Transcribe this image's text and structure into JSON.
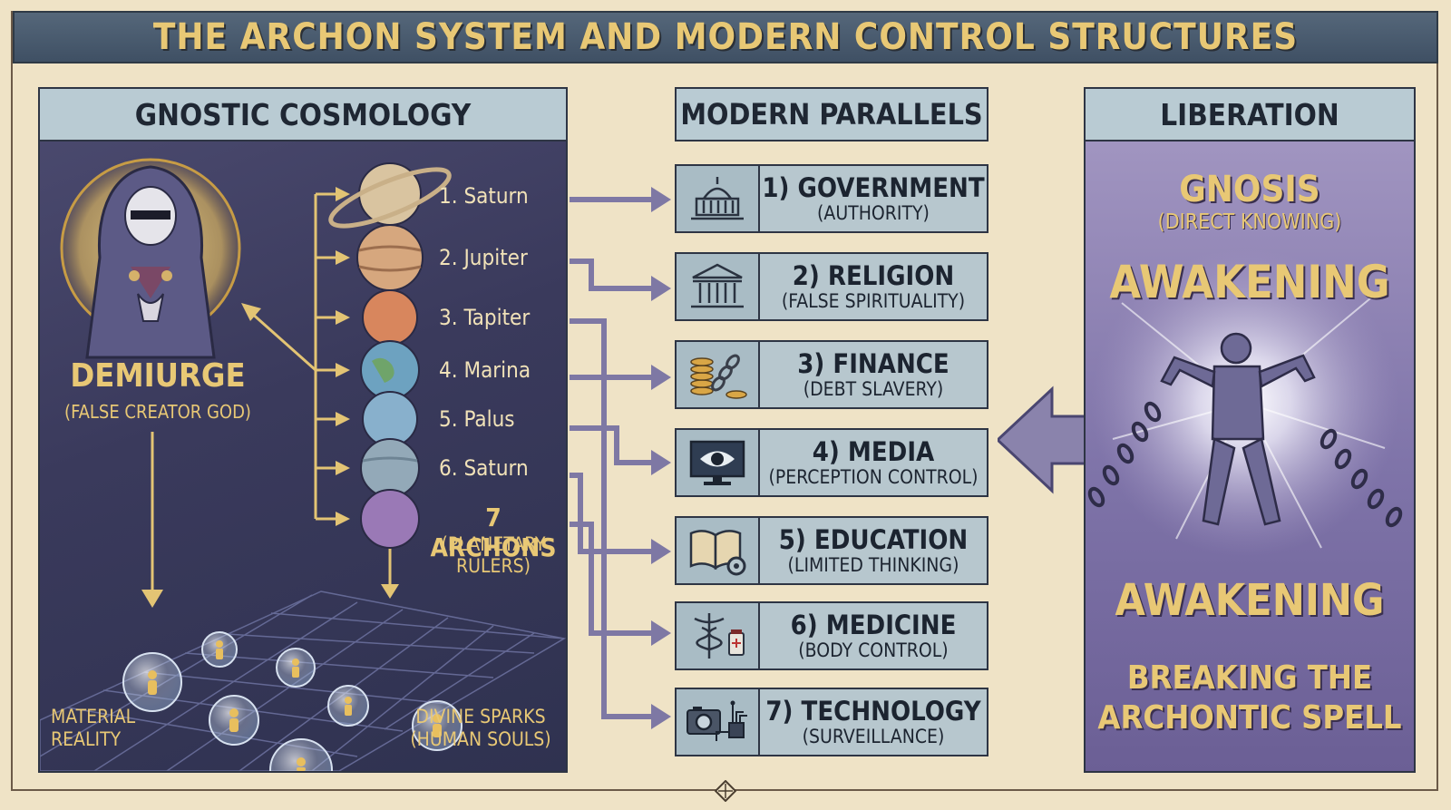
{
  "title": "THE ARCHON SYSTEM AND MODERN CONTROL STRUCTURES",
  "left": {
    "header": "GNOSTIC COSMOLOGY",
    "demiurge": "DEMIURGE",
    "demiurge_sub": "(FALSE CREATOR GOD)",
    "planets": [
      "1. Saturn",
      "2. Jupiter",
      "3. Tapiter",
      "4. Marina",
      "5. Palus",
      "6. Saturn"
    ],
    "archons_title": "7 ARCHONS",
    "archons_sub1": "(PLANETARY",
    "archons_sub2": "RULERS)",
    "material1": "MATERIAL",
    "material2": "REALITY",
    "sparks1": "DIVINE SPARKS",
    "sparks2": "(HUMAN SOULS)"
  },
  "middle": {
    "header": "MODERN PARALLELS",
    "cards": [
      {
        "title": "1) GOVERNMENT",
        "sub": "(AUTHORITY)",
        "icon": "capitol-icon"
      },
      {
        "title": "2) RELIGION",
        "sub": "(FALSE SPIRITUALITY)",
        "icon": "temple-icon"
      },
      {
        "title": "3) FINANCE",
        "sub": "(DEBT SLAVERY)",
        "icon": "coins-chain-icon"
      },
      {
        "title": "4) MEDIA",
        "sub": "(PERCEPTION CONTROL)",
        "icon": "eye-monitor-icon"
      },
      {
        "title": "5) EDUCATION",
        "sub": "(LIMITED THINKING)",
        "icon": "book-gear-icon"
      },
      {
        "title": "6) MEDICINE",
        "sub": "(BODY CONTROL)",
        "icon": "caduceus-icon"
      },
      {
        "title": "7) TECHNOLOGY",
        "sub": "(SURVEILLANCE)",
        "icon": "camera-chip-icon"
      }
    ]
  },
  "right": {
    "header": "LIBERATION",
    "gnosis": "GNOSIS",
    "gnosis_sub": "(DIRECT KNOWING)",
    "awakening_top": "AWAKENING",
    "awakening_bottom": "AWAKENING",
    "breaking1": "BREAKING THE",
    "breaking2": "ARCHONTIC SPELL"
  },
  "colors": {
    "gold": "#e8c875",
    "panel_blue": "#b7c7ce",
    "arrow_purple": "#7e78a4",
    "arrow_gold": "#e3c474"
  }
}
